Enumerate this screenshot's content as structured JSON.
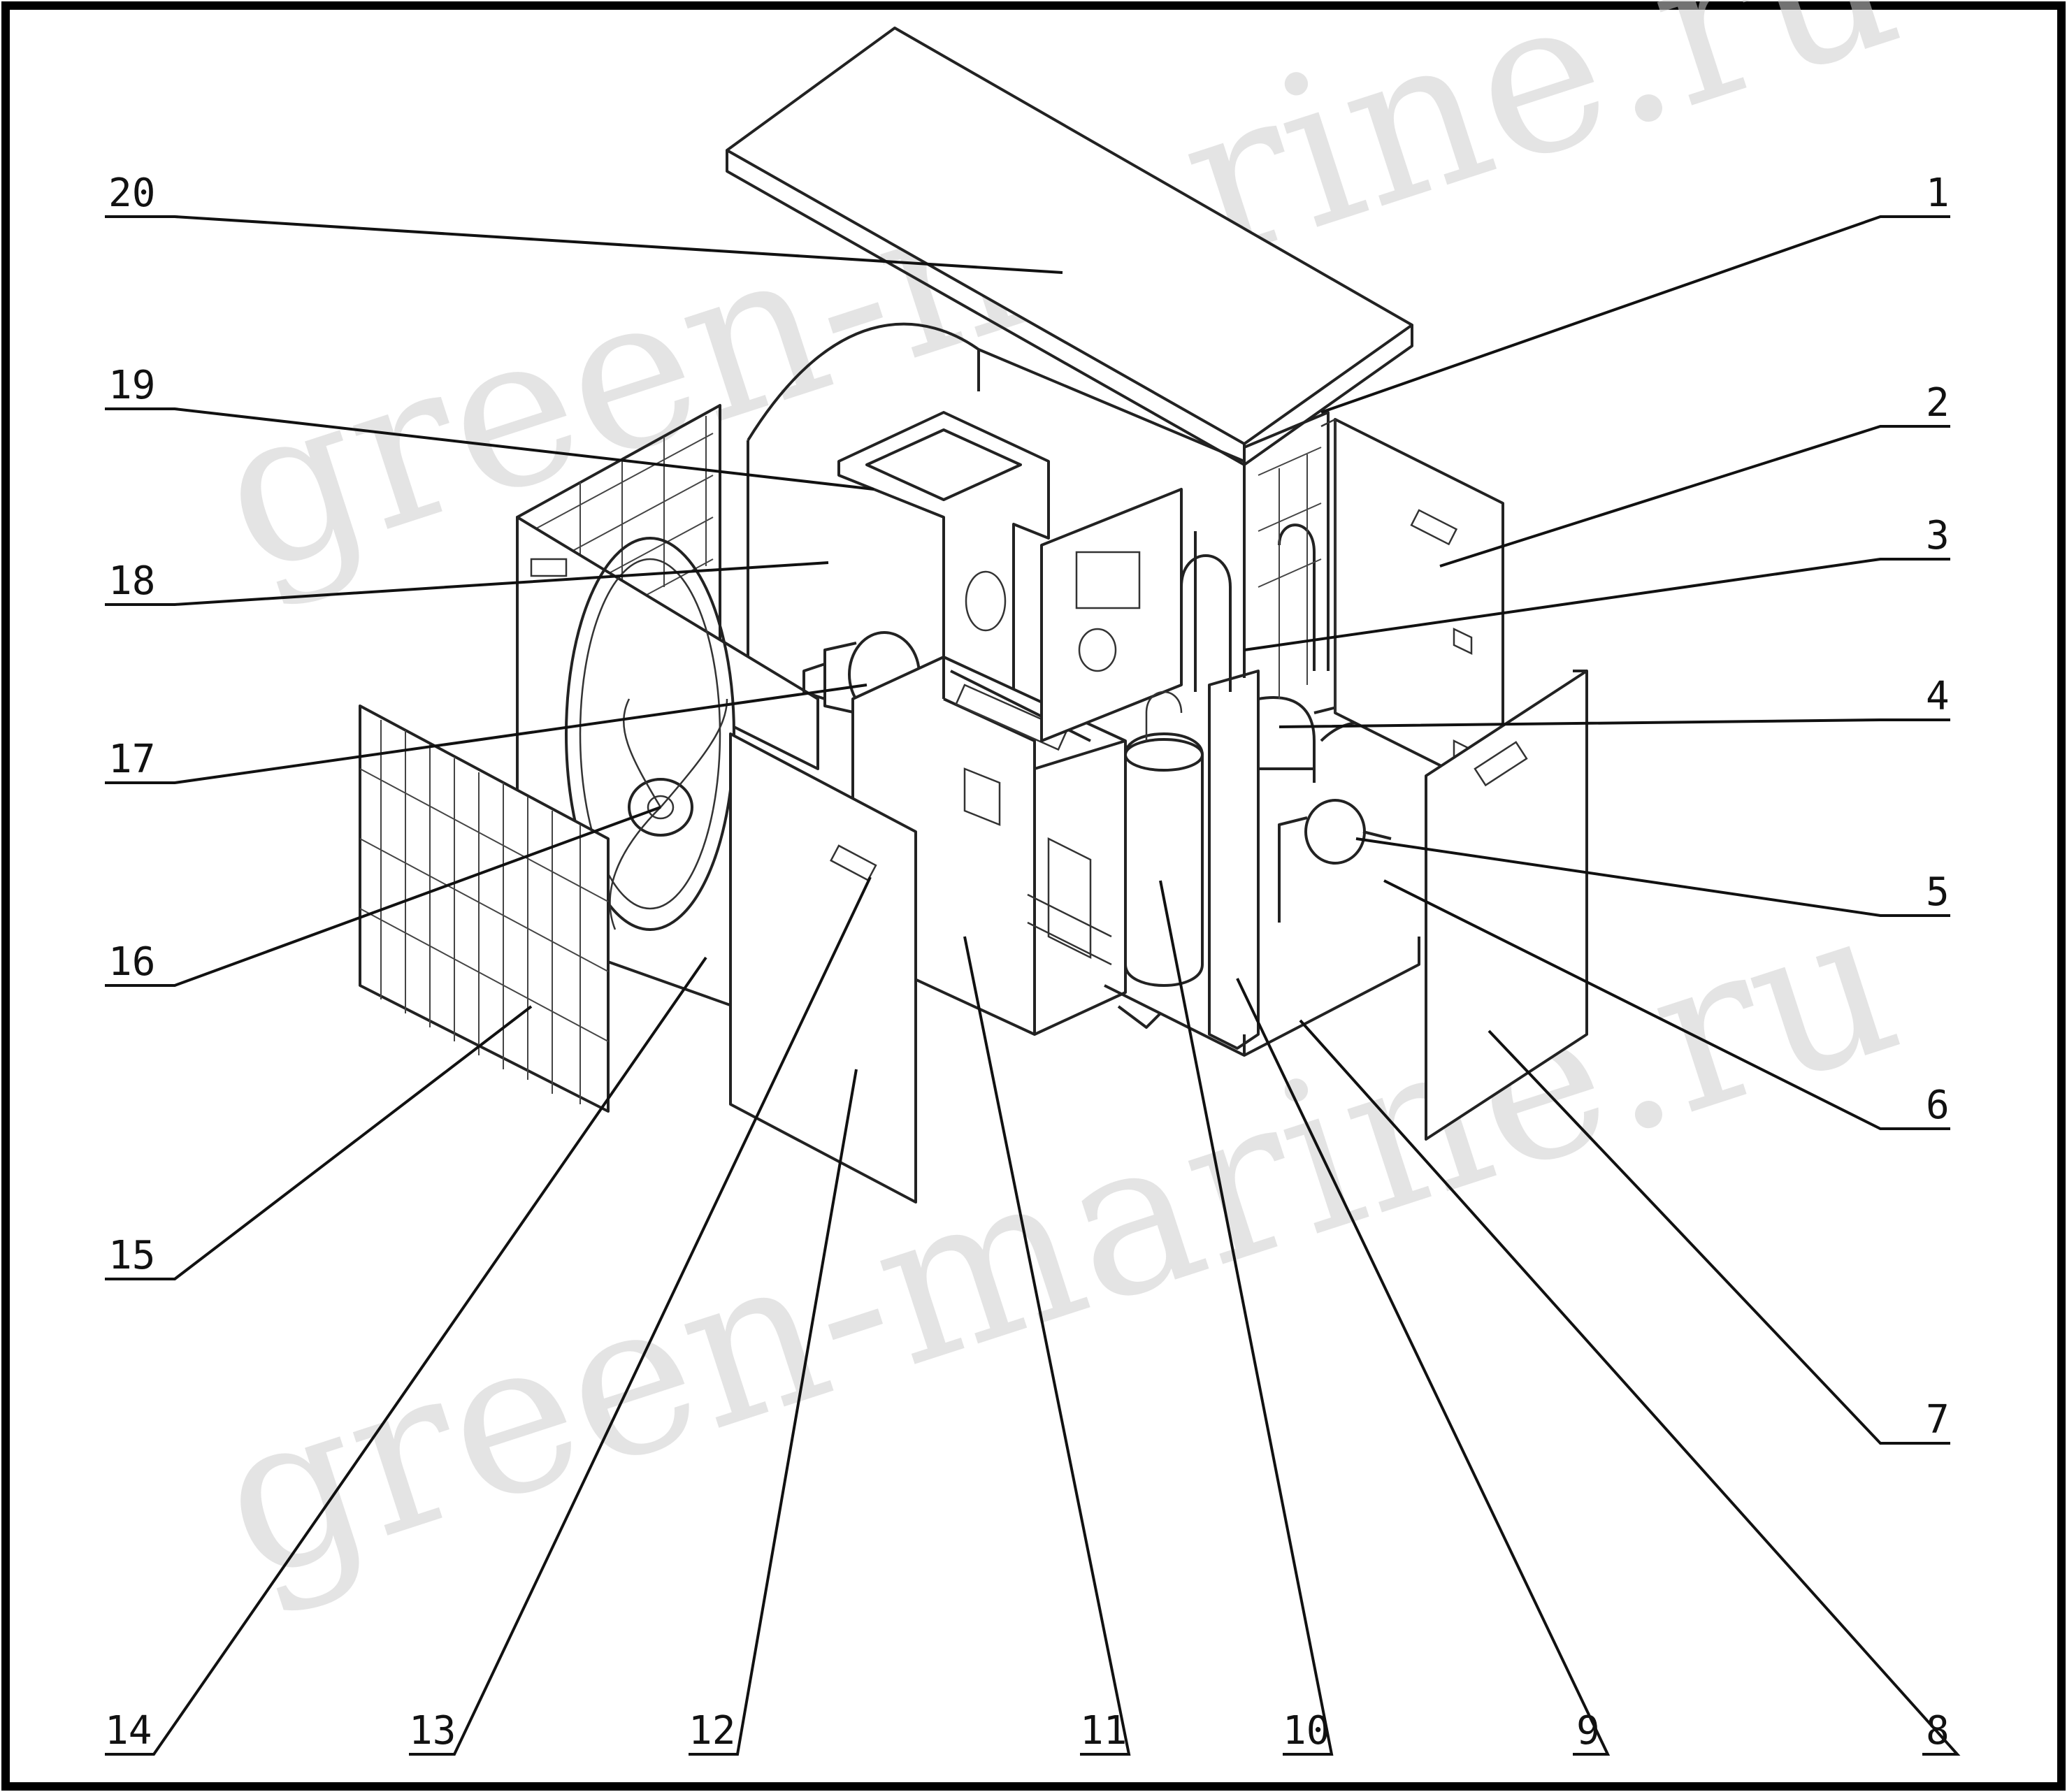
{
  "watermarks": [
    "green-marine.ru",
    "green-marine.ru"
  ],
  "callouts": [
    {
      "label": "20",
      "side": "left"
    },
    {
      "label": "19",
      "side": "left"
    },
    {
      "label": "18",
      "side": "left"
    },
    {
      "label": "17",
      "side": "left"
    },
    {
      "label": "16",
      "side": "left"
    },
    {
      "label": "15",
      "side": "left"
    },
    {
      "label": "1",
      "side": "right"
    },
    {
      "label": "2",
      "side": "right"
    },
    {
      "label": "3",
      "side": "right"
    },
    {
      "label": "4",
      "side": "right"
    },
    {
      "label": "5",
      "side": "right"
    },
    {
      "label": "6",
      "side": "right"
    },
    {
      "label": "7",
      "side": "right"
    },
    {
      "label": "14",
      "side": "bottom"
    },
    {
      "label": "13",
      "side": "bottom"
    },
    {
      "label": "12",
      "side": "bottom"
    },
    {
      "label": "11",
      "side": "bottom"
    },
    {
      "label": "10",
      "side": "bottom"
    },
    {
      "label": "9",
      "side": "bottom"
    },
    {
      "label": "8",
      "side": "bottom"
    }
  ]
}
